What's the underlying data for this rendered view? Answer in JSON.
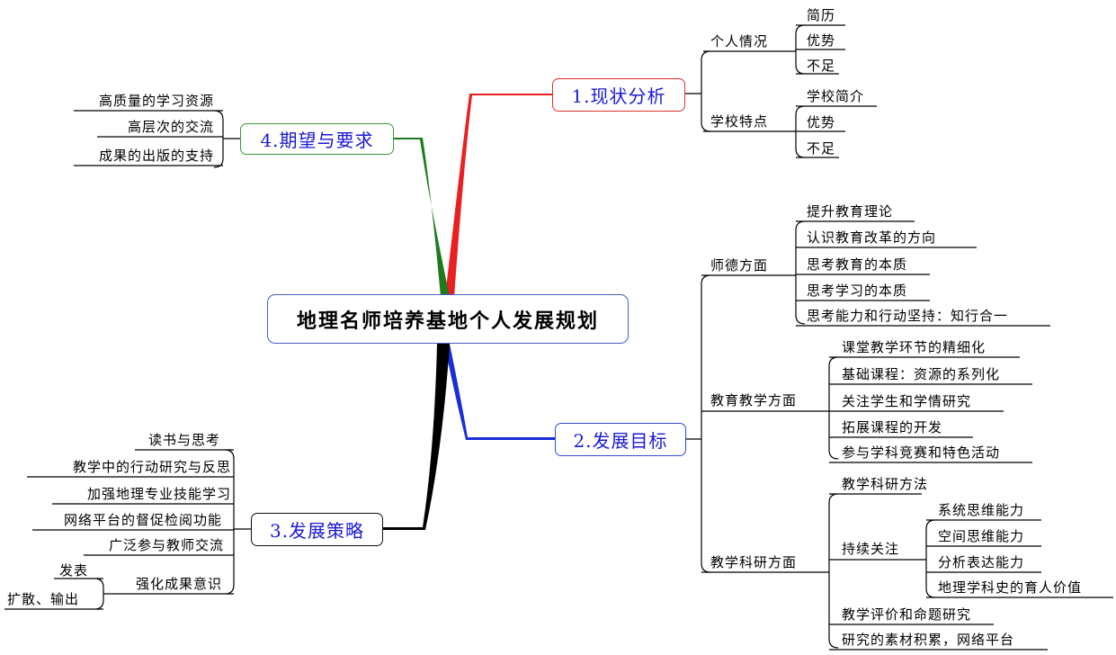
{
  "root": {
    "label": "地理名师培养基地个人发展规划"
  },
  "b1": {
    "label": "1.现状分析",
    "personal": {
      "label": "个人情况",
      "items": [
        "简历",
        "优势",
        "不足"
      ]
    },
    "school": {
      "label": "学校特点",
      "items": [
        "学校简介",
        "优势",
        "不足"
      ]
    }
  },
  "b2": {
    "label": "2.发展目标",
    "ethics": {
      "label": "师德方面",
      "items": [
        "提升教育理论",
        "认识教育改革的方向",
        "思考教育的本质",
        "思考学习的本质",
        "思考能力和行动坚持：知行合一"
      ]
    },
    "teaching": {
      "label": "教育教学方面",
      "items": [
        "课堂教学环节的精细化",
        "基础课程：资源的系列化",
        "关注学生和学情研究",
        "拓展课程的开发",
        "参与学科竞赛和特色活动"
      ]
    },
    "research": {
      "label": "教学科研方面",
      "methods": "教学科研方法",
      "focus": {
        "label": "持续关注",
        "items": [
          "系统思维能力",
          "空间思维能力",
          "分析表达能力",
          "地理学科史的育人价值"
        ]
      },
      "eval": "教学评价和命题研究",
      "accum": "研究的素材积累，网络平台"
    }
  },
  "b3": {
    "label": "3.发展策略",
    "items": [
      "读书与思考",
      "教学中的行动研究与反思",
      "加强地理专业技能学习",
      "网络平台的督促检阅功能",
      "广泛参与教师交流"
    ],
    "awareness": {
      "label": "强化成果意识",
      "items": [
        "发表",
        "扩散、输出"
      ]
    }
  },
  "b4": {
    "label": "4.期望与要求",
    "items": [
      "高质量的学习资源",
      "高层次的交流",
      "成果的出版的支持"
    ]
  }
}
